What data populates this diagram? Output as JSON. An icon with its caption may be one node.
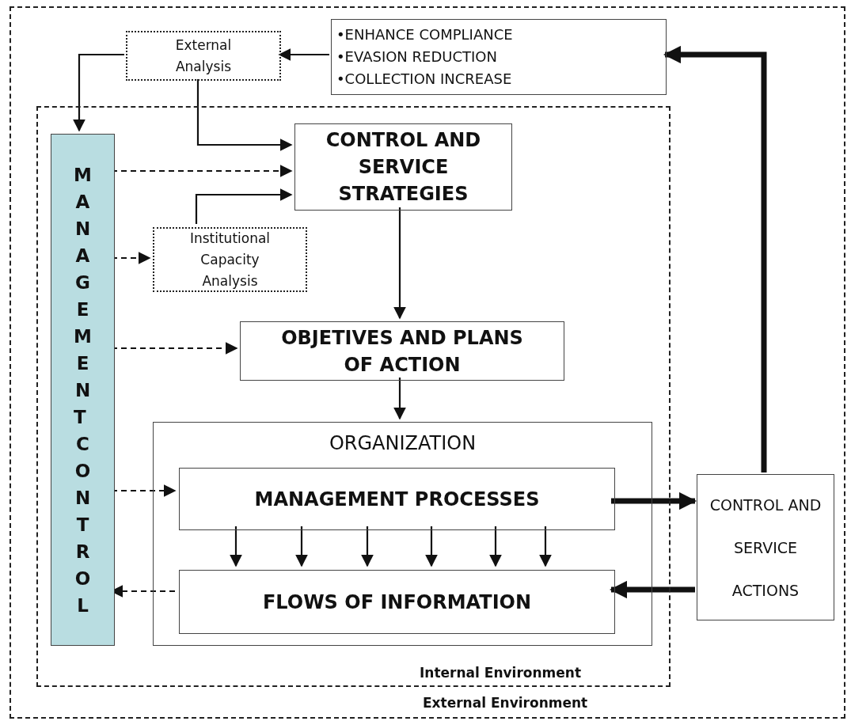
{
  "diagram": {
    "nodes": [
      {
        "text": [
          "External Environment"
        ]
      },
      {
        "text": [
          "Internal Environment"
        ],
        "in": 0
      },
      {
        "text": [
          "External Analysis"
        ],
        "in": 0
      },
      {
        "text": [
          "•ENHANCE COMPLIANCE",
          "•EVASION REDUCTION",
          "•COLLECTION INCREASE"
        ],
        "in": 0
      },
      {
        "text": [
          "MANAGEMENT CONTROL"
        ],
        "in": 1
      },
      {
        "text": [
          "CONTROL AND SERVICE STRATEGIES"
        ],
        "in": 1
      },
      {
        "text": [
          "Institutional Capacity Analysis"
        ],
        "in": 1
      },
      {
        "text": [
          "OBJETIVES AND PLANS OF ACTION"
        ],
        "in": 1
      },
      {
        "text": [
          "ORGANIZATION"
        ],
        "in": 1
      },
      {
        "text": [
          "MANAGEMENT PROCESSES"
        ],
        "in": 8
      },
      {
        "text": [
          "FLOWS OF INFORMATION"
        ],
        "in": 8
      },
      {
        "text": [
          "CONTROL AND SERVICE ACTIONS"
        ],
        "in": 0
      }
    ],
    "edges": [
      {
        "from": 3,
        "to": 2,
        "arrow": "to"
      },
      {
        "from": 2,
        "to": 4,
        "arrow": "to"
      },
      {
        "from": 2,
        "to": 5,
        "arrow": "to"
      },
      {
        "from": 4,
        "to": 5,
        "arrow": "to",
        "style": "dashed"
      },
      {
        "from": 6,
        "to": 5,
        "arrow": "to"
      },
      {
        "from": 4,
        "to": 6,
        "arrow": "to",
        "style": "dashed"
      },
      {
        "from": 5,
        "to": 7,
        "arrow": "to"
      },
      {
        "from": 4,
        "to": 7,
        "arrow": "to",
        "style": "dashed"
      },
      {
        "from": 7,
        "to": 8,
        "arrow": "to"
      },
      {
        "from": 4,
        "to": 9,
        "arrow": "to",
        "style": "dashed"
      },
      {
        "from": 9,
        "to": 10,
        "arrow": "to"
      },
      {
        "from": 9,
        "to": 10,
        "arrow": "to"
      },
      {
        "from": 9,
        "to": 10,
        "arrow": "to"
      },
      {
        "from": 9,
        "to": 10,
        "arrow": "to"
      },
      {
        "from": 9,
        "to": 10,
        "arrow": "to"
      },
      {
        "from": 9,
        "to": 10,
        "arrow": "to"
      },
      {
        "from": 10,
        "to": 4,
        "arrow": "to",
        "style": "dashed"
      },
      {
        "from": 9,
        "to": 11,
        "arrow": "to",
        "style": "thick"
      },
      {
        "from": 11,
        "to": 10,
        "arrow": "to",
        "style": "thick"
      },
      {
        "from": 11,
        "to": 3,
        "arrow": "to",
        "style": "thick"
      }
    ]
  }
}
